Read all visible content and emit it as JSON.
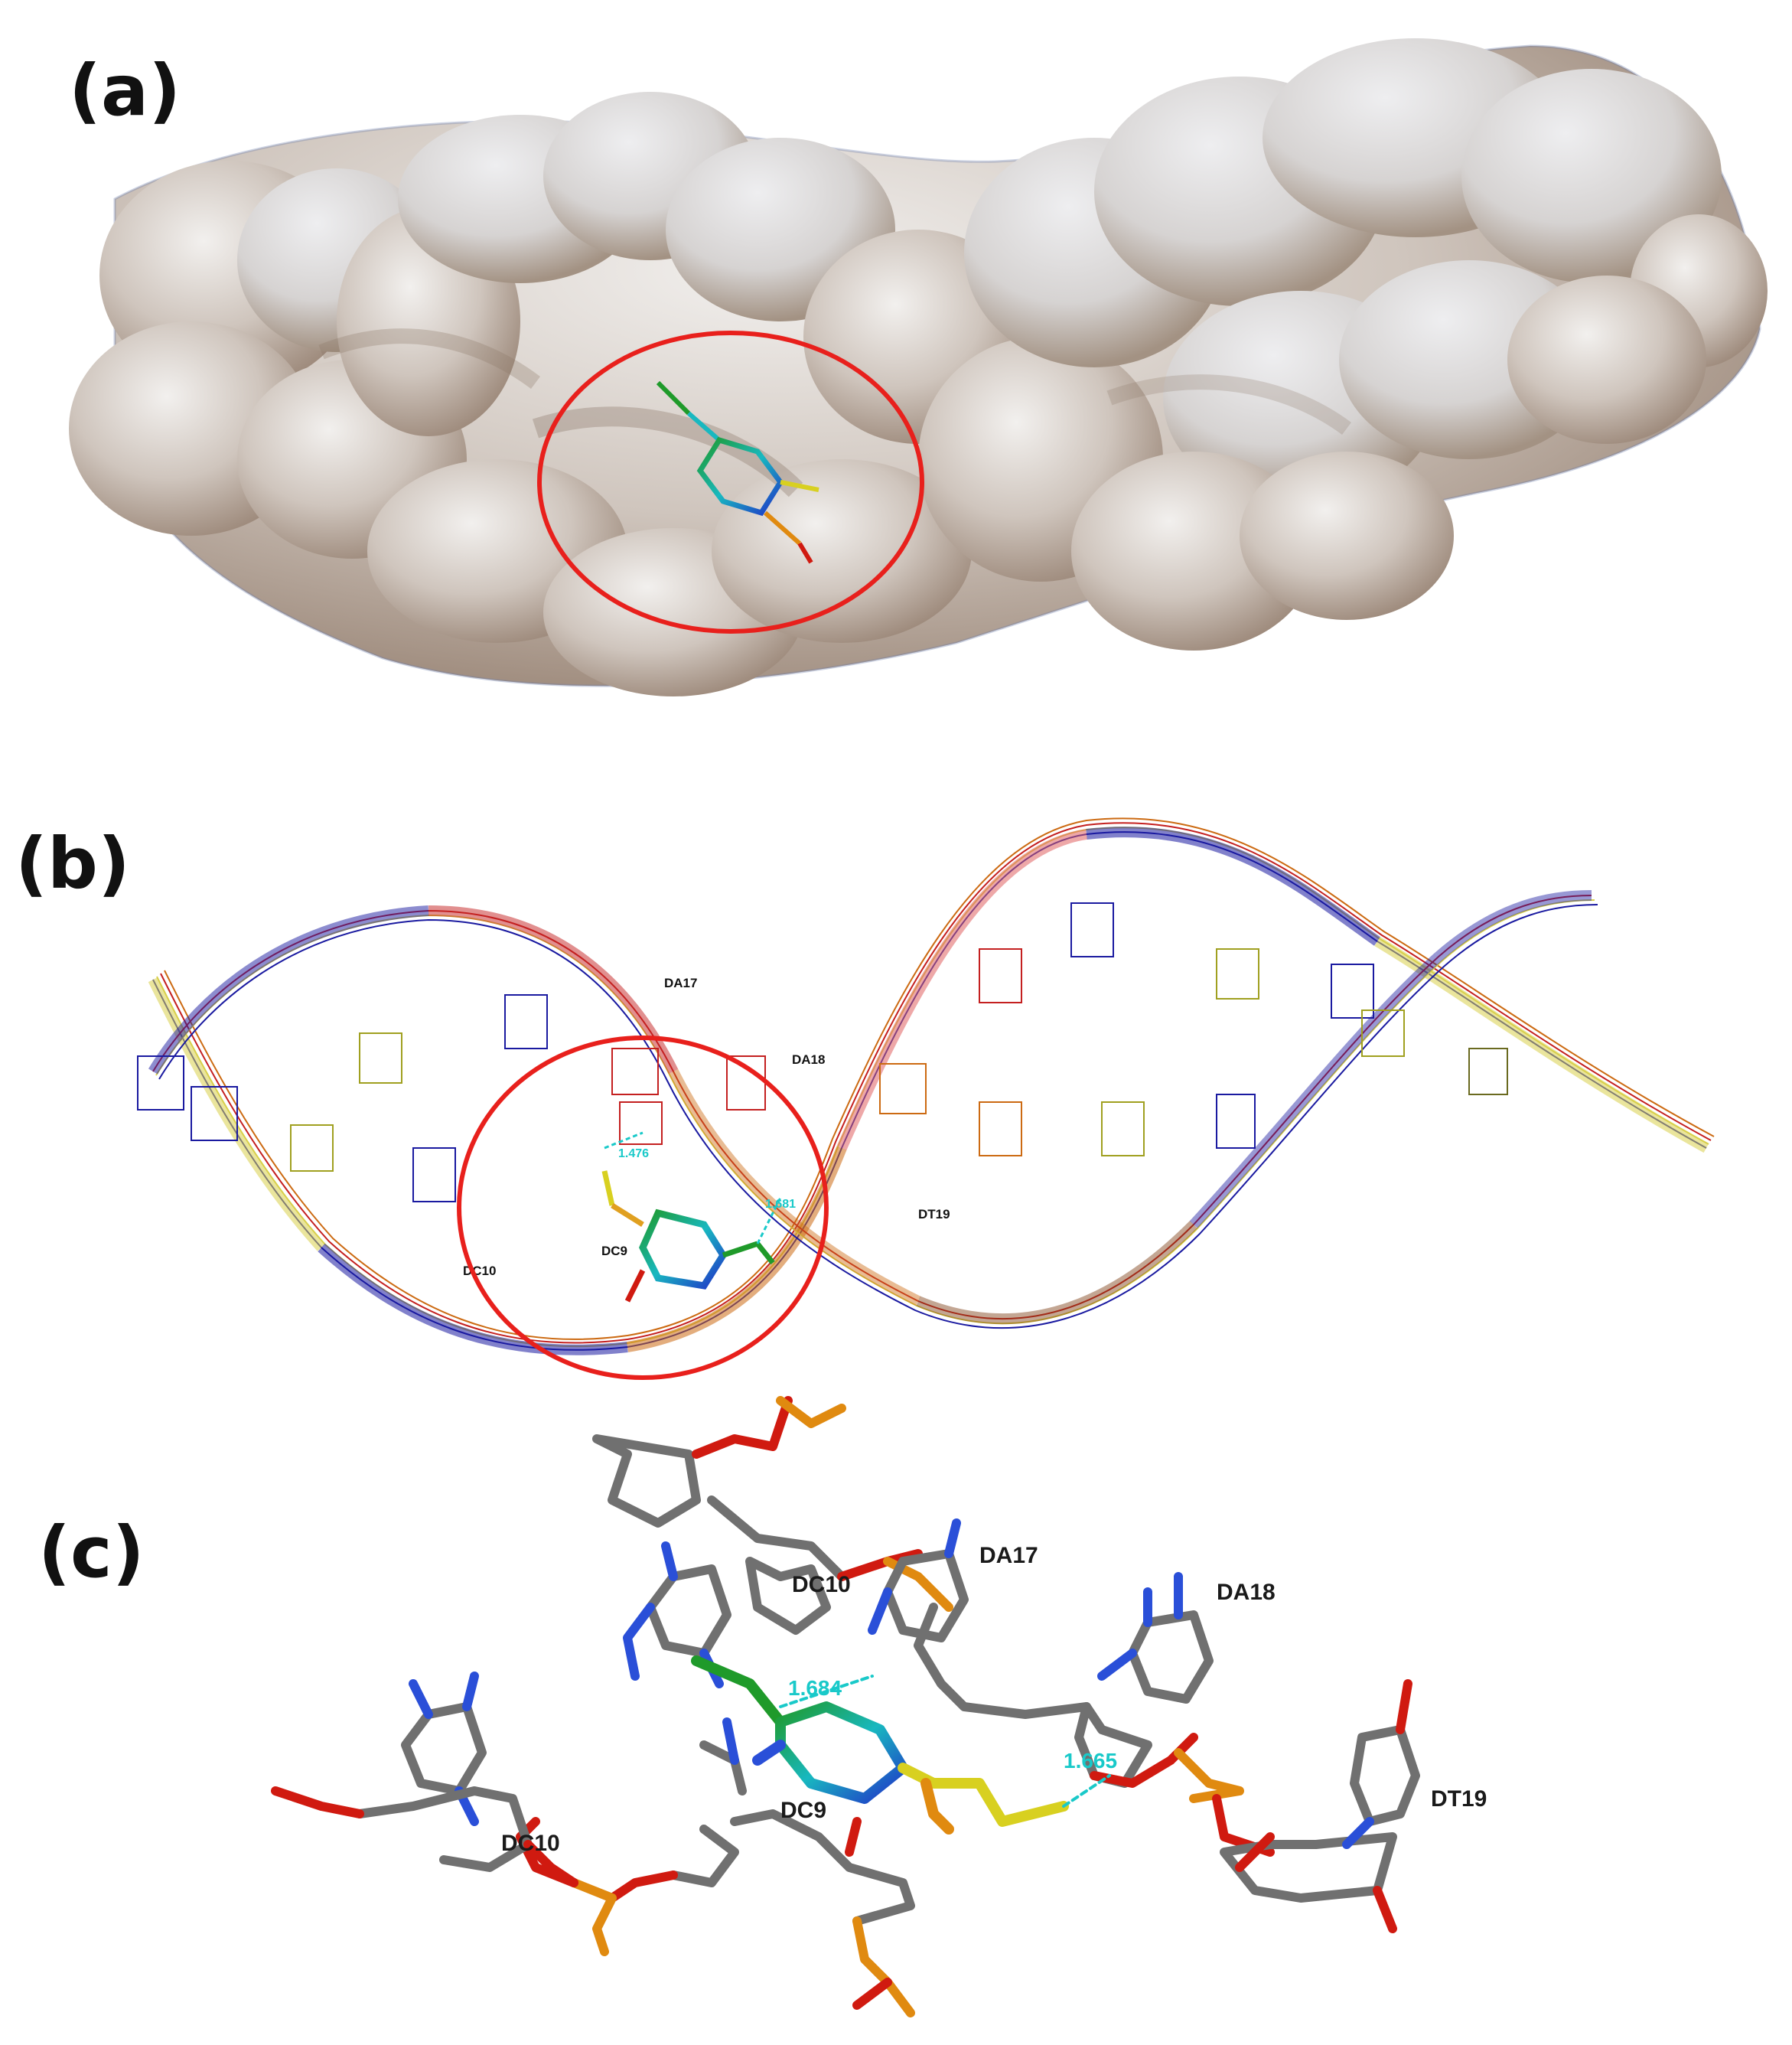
{
  "panels": {
    "a": {
      "label": "(a)"
    },
    "b": {
      "label": "(b)",
      "residues": [
        "DA17",
        "DA18",
        "DT19",
        "DC9",
        "DC10"
      ],
      "hbonds": [
        "1.476",
        "1.681"
      ]
    },
    "c": {
      "label": "(c)",
      "residues": [
        "DC10",
        "DA17",
        "DA18",
        "DT19",
        "DC9",
        "DC10"
      ],
      "hbonds": [
        "1.684",
        "1.665"
      ]
    }
  },
  "colors": {
    "surface": "#c9bcb2",
    "highlight_circle": "#e8201c",
    "hbond": "#19c9c9",
    "strand_blue": "#1a1aa0",
    "strand_yellow": "#d8cf4a",
    "strand_red": "#c42020",
    "strand_orange": "#cc6a12",
    "stick_carbon": "#707070",
    "stick_oxygen": "#d01a10",
    "stick_nitrogen": "#2a4fd8",
    "stick_phosphorus": "#e08a10"
  }
}
